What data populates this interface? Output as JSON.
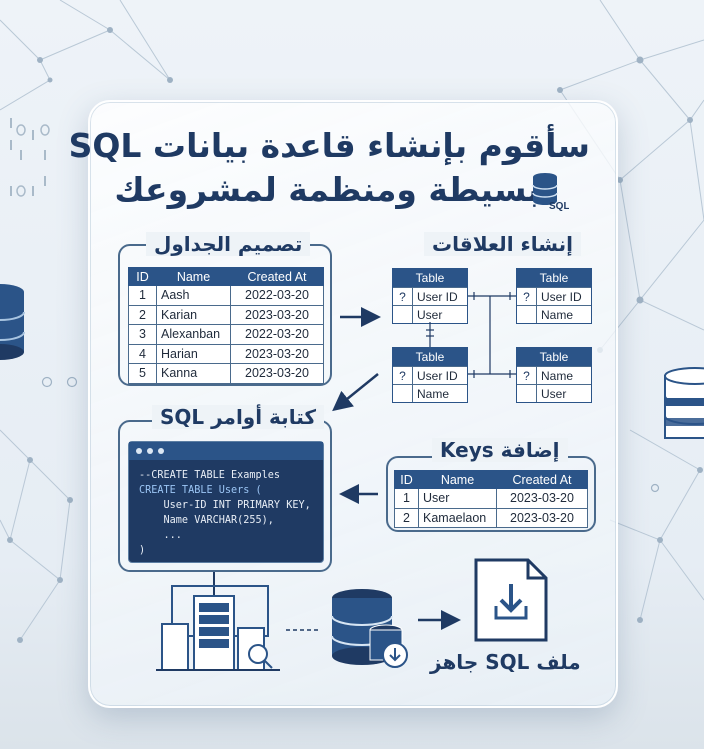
{
  "title": {
    "line1": "سأقوم بإنشاء قاعدة بيانات SQL",
    "line2": "بسيطة ومنظمة لمشروعك",
    "icon_label": "SQL"
  },
  "sections": {
    "tables": {
      "title": "تصميم الجداول",
      "headers": [
        "ID",
        "Name",
        "Created At"
      ],
      "rows": [
        [
          "1",
          "Aash",
          "2022-03-20"
        ],
        [
          "2",
          "Karian",
          "2023-03-20"
        ],
        [
          "3",
          "Alexanban",
          "2022-03-20"
        ],
        [
          "4",
          "Harian",
          "2023-03-20"
        ],
        [
          "5",
          "Kanna",
          "2023-03-20"
        ]
      ]
    },
    "relations": {
      "title": "إنشاء العلاقات",
      "tables": [
        {
          "header": "Table",
          "rows": [
            [
              "?",
              "User ID"
            ],
            [
              "",
              "User"
            ]
          ]
        },
        {
          "header": "Table",
          "rows": [
            [
              "?",
              "User ID"
            ],
            [
              "",
              "Name"
            ]
          ]
        },
        {
          "header": "Table",
          "rows": [
            [
              "?",
              "User ID"
            ],
            [
              "",
              "Name"
            ]
          ]
        },
        {
          "header": "Table",
          "rows": [
            [
              "?",
              "Name"
            ],
            [
              "",
              "User"
            ]
          ]
        }
      ]
    },
    "commands": {
      "title": "كتابة أوامر SQL",
      "code": [
        "--CREATE TABLE Examples",
        "CREATE TABLE Users (",
        "    User-ID INT PRIMARY KEY,",
        "    Name VARCHAR(255),",
        "    ...",
        ")"
      ]
    },
    "keys": {
      "title": "إضافة Keys",
      "headers": [
        "ID",
        "Name",
        "Created At"
      ],
      "rows": [
        [
          "1",
          "User",
          "2023-03-20"
        ],
        [
          "2",
          "Kamaelaon",
          "2023-03-20"
        ]
      ]
    },
    "output": {
      "label": "ملف SQL جاهز"
    }
  },
  "colors": {
    "primary": "#1f3a63",
    "accent": "#2b5488",
    "border": "#4a6a8c"
  }
}
